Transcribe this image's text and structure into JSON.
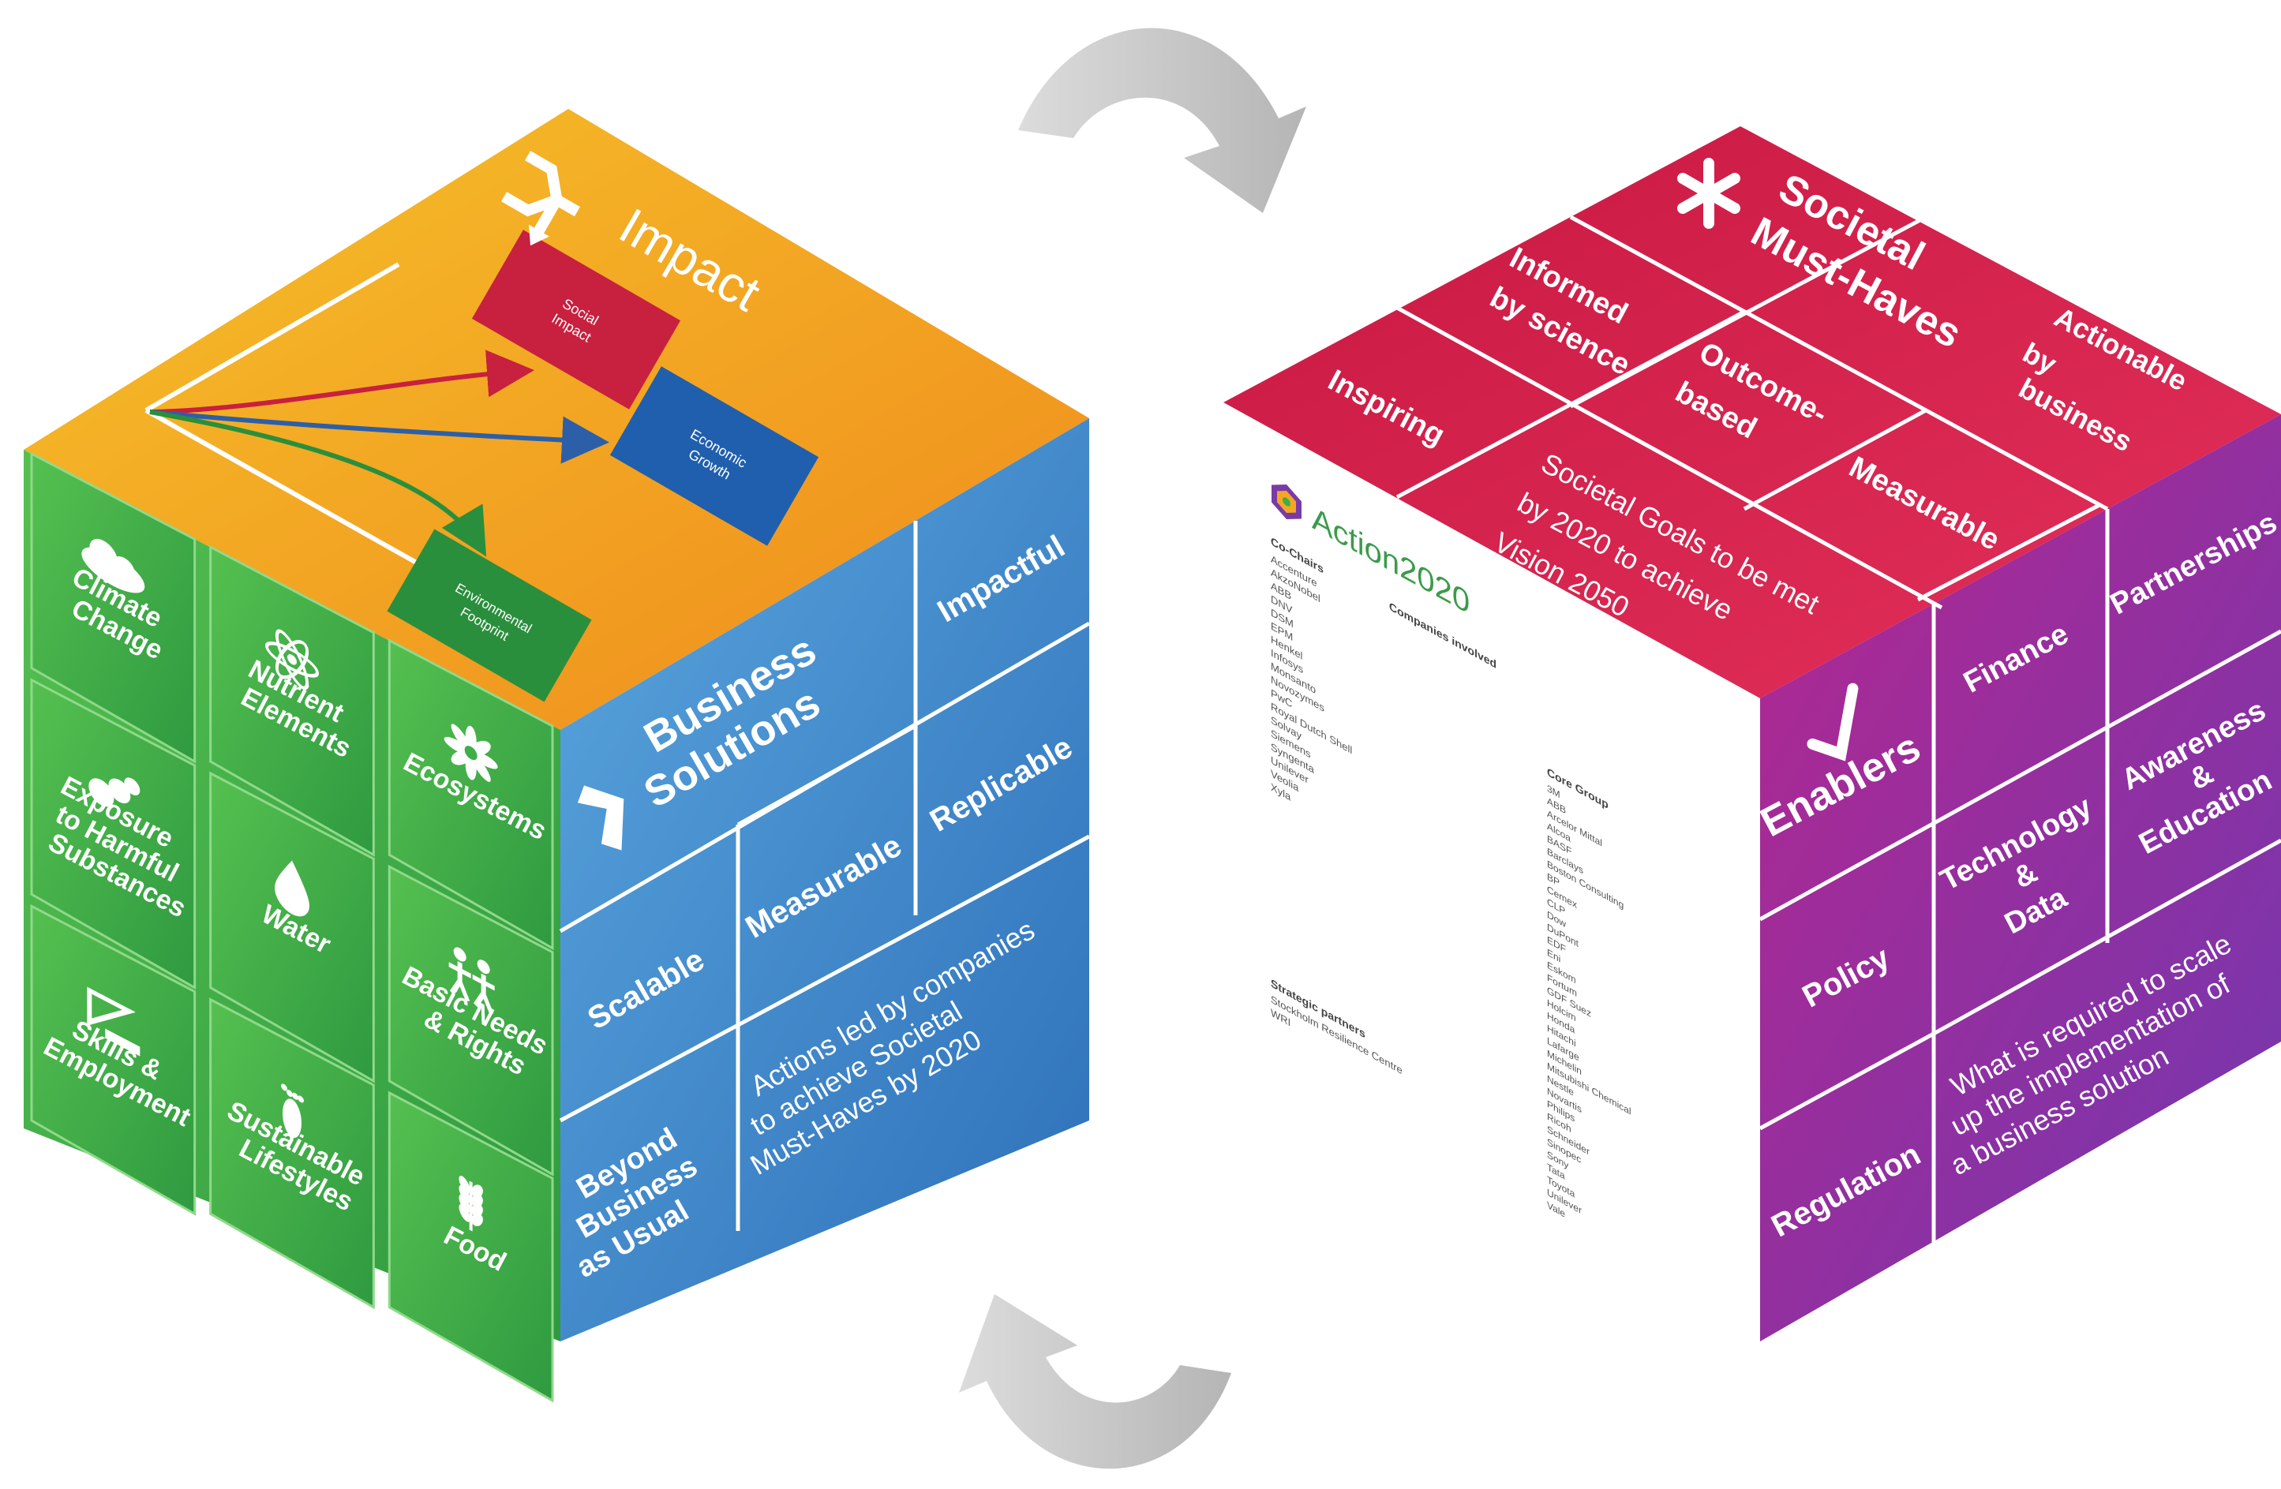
{
  "left_cube": {
    "top_face": {
      "title": "Impact",
      "boxes": {
        "social": [
          "Social",
          "Impact"
        ],
        "economic": [
          "Economic",
          "Growth"
        ],
        "environmental": [
          "Environmental",
          "Footprint"
        ]
      }
    },
    "green_face": {
      "tiles": [
        {
          "label": [
            "Climate",
            "Change"
          ],
          "icon": "cloud-icon"
        },
        {
          "label": [
            "Nutrient",
            "Elements"
          ],
          "icon": "atom-icon"
        },
        {
          "label": [
            "Ecosystems"
          ],
          "icon": "flower-icon"
        },
        {
          "label": [
            "Exposure",
            "to Harmful",
            "Substances"
          ],
          "icon": "smoke-icon"
        },
        {
          "label": [
            "Water"
          ],
          "icon": "drop-icon"
        },
        {
          "label": [
            "Basic Needs",
            "& Rights"
          ],
          "icon": "people-icon"
        },
        {
          "label": [
            "Skills &",
            "Employment"
          ],
          "icon": "ruler-icon"
        },
        {
          "label": [
            "Sustainable",
            "Lifestyles"
          ],
          "icon": "footprint-icon"
        },
        {
          "label": [
            "Food"
          ],
          "icon": "wheat-icon"
        }
      ]
    },
    "blue_face": {
      "title": [
        "Business",
        "Solutions"
      ],
      "cells": {
        "impactful": "Impactful",
        "replicable": "Replicable",
        "measurable": "Measurable",
        "scalable": "Scalable",
        "beyond": [
          "Beyond",
          "Business",
          "as Usual"
        ],
        "description": [
          "Actions led by companies",
          "to achieve Societal",
          "Must-Haves by 2020"
        ]
      }
    }
  },
  "right_cube": {
    "top_face": {
      "title": [
        "Societal",
        "Must-Haves"
      ],
      "cells": {
        "informed": [
          "Informed",
          "by science"
        ],
        "actionable": [
          "Actionable",
          "by",
          "business"
        ],
        "outcome": [
          "Outcome-",
          "based"
        ],
        "inspiring": "Inspiring",
        "measurable": "Measurable",
        "goals": [
          "Societal Goals to be met",
          "by 2020 to achieve",
          "Vision 2050"
        ]
      }
    },
    "document_face": {
      "logo": "Action2020",
      "co_chairs_heading": "Co-Chairs",
      "companies_heading": "Companies involved",
      "co_chairs": [
        "Accenture",
        "AkzoNobel",
        "ABB",
        "DNV",
        "DSM",
        "EPM",
        "Henkel",
        "Infosys",
        "Monsanto",
        "Novozymes",
        "PwC",
        "Royal Dutch Shell",
        "Solvay",
        "Siemens",
        "Syngenta",
        "Unilever",
        "Veolia",
        "Xyla"
      ],
      "core_group_heading": "Core Group",
      "core_group": [
        "3M",
        "ABB",
        "Arcelor Mittal",
        "Alcoa",
        "BASF",
        "Barclays",
        "Boston Consulting",
        "BP",
        "Cemex",
        "CLP",
        "Dow",
        "DuPont",
        "EDF",
        "Eni",
        "Eskom",
        "Fortum",
        "GDF Suez",
        "Holcim",
        "Honda",
        "Hitachi",
        "Lafarge",
        "Michelin",
        "Mitsubishi Chemical",
        "Nestle",
        "Novartis",
        "Philips",
        "Ricoh",
        "Schneider",
        "Sinopec",
        "Sony",
        "Tata",
        "Toyota",
        "Unilever",
        "Vale"
      ],
      "strategic_heading": "Strategic partners",
      "strategic": [
        "Stockholm Resilience Centre",
        "WRI"
      ]
    },
    "purple_face": {
      "title": "Enablers",
      "cells": {
        "finance": "Finance",
        "partnerships": "Partnerships",
        "technology": [
          "Technology",
          "&",
          "Data"
        ],
        "awareness": [
          "Awareness",
          "&",
          "Education"
        ],
        "policy": "Policy",
        "regulation": "Regulation",
        "description": [
          "What is required to scale",
          "up the implementation of",
          "a business solution"
        ]
      }
    }
  },
  "colors": {
    "orange": "#f39a1c",
    "green": "#3fae49",
    "blue": "#3e84cb",
    "crimson": "#d81f47",
    "purple": "#8b33a6",
    "arrow_gray": "#c4c4c4"
  }
}
